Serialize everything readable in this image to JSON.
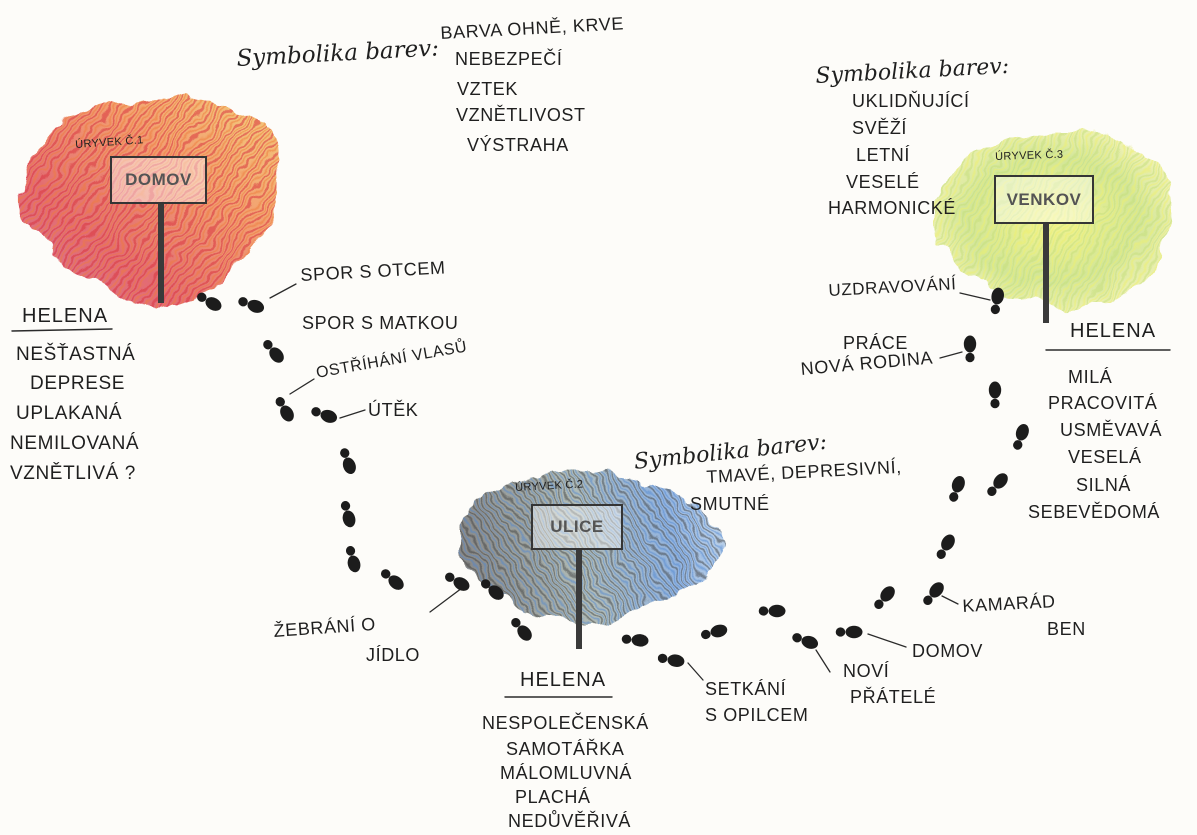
{
  "ink_color": "#1f1f1f",
  "domov": {
    "excerpt": "ÚRYVEK Č.1",
    "sign": "DOMOV",
    "crayon_colors": [
      "#f2c14e",
      "#ee7b3b",
      "#d9343f",
      "#c8456d"
    ],
    "color_symbolism": {
      "heading": "Symbolika barev:",
      "items": [
        "BARVA OHNĚ, KRVE",
        "NEBEZPEČÍ",
        "VZTEK",
        "VZNĚTLIVOST",
        "VÝSTRAHA"
      ]
    },
    "helena": {
      "heading": "HELENA",
      "traits": [
        "NEŠŤASTNÁ",
        "DEPRESE",
        "UPLAKANÁ",
        "NEMILOVANÁ",
        "VZNĚTLIVÁ ?"
      ]
    }
  },
  "ulice": {
    "excerpt": "ÚRYVEK Č.2",
    "sign": "ULICE",
    "crayon_colors": [
      "#3b3b3b",
      "#7f918a",
      "#4f86cf",
      "#8fb4df"
    ],
    "color_symbolism": {
      "heading": "Symbolika barev:",
      "items": [
        "TMAVÉ, DEPRESIVNÍ,",
        "SMUTNÉ"
      ]
    },
    "helena": {
      "heading": "HELENA",
      "traits": [
        "NESPOLEČENSKÁ",
        "SAMOTÁŘKA",
        "MÁLOMLUVNÁ",
        "PLACHÁ",
        "NEDŮVĚŘIVÁ"
      ]
    }
  },
  "venkov": {
    "excerpt": "ÚRYVEK Č.3",
    "sign": "VENKOV",
    "crayon_colors": [
      "#eef06a",
      "#c3de78",
      "#f7f3a8"
    ],
    "color_symbolism": {
      "heading": "Symbolika barev:",
      "items": [
        "UKLIDŇUJÍCÍ",
        "SVĚŽÍ",
        "LETNÍ",
        "VESELÉ",
        "HARMONICKÉ"
      ]
    },
    "helena": {
      "heading": "HELENA",
      "traits": [
        "MILÁ",
        "PRACOVITÁ",
        "USMĚVAVÁ",
        "VESELÁ",
        "SILNÁ",
        "SEBEVĚDOMÁ"
      ]
    }
  },
  "path_events": [
    {
      "lines": [
        "SPOR S OTCEM"
      ]
    },
    {
      "lines": [
        "SPOR S MATKOU"
      ]
    },
    {
      "lines": [
        "OSTŘÍHÁNÍ VLASŮ"
      ]
    },
    {
      "lines": [
        "ÚTĚK"
      ]
    },
    {
      "lines": [
        "ŽEBRÁNÍ O",
        "JÍDLO"
      ]
    },
    {
      "lines": [
        "SETKÁNÍ",
        "S OPILCEM"
      ]
    },
    {
      "lines": [
        "NOVÍ",
        "PŘÁTELÉ"
      ]
    },
    {
      "lines": [
        "DOMOV"
      ]
    },
    {
      "lines": [
        "KAMARÁD",
        "BEN"
      ]
    },
    {
      "lines": [
        "PRÁCE",
        "NOVÁ RODINA"
      ]
    },
    {
      "lines": [
        "UZDRAVOVÁNÍ"
      ]
    }
  ]
}
